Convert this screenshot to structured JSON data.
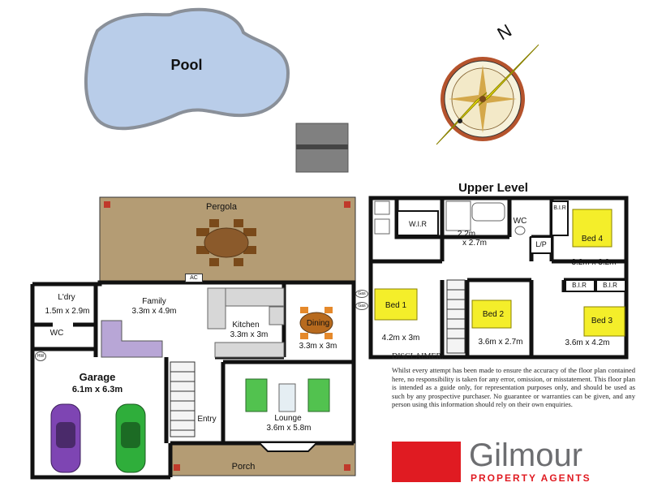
{
  "outdoor": {
    "pool": "Pool",
    "pergola": "Pergola",
    "porch": "Porch",
    "ac": "AC",
    "gas1": "Gas",
    "gas2": "Gas"
  },
  "compass": {
    "north": "N"
  },
  "ground_floor": {
    "laundry": {
      "name": "L'dry",
      "size": "1.5m x 2.9m"
    },
    "wc": "WC",
    "family": {
      "name": "Family",
      "size": "3.3m x 4.9m"
    },
    "kitchen": {
      "name": "Kitchen",
      "size": "3.3m x 3m"
    },
    "dining": {
      "name": "Dining",
      "size": "3.3m x 3m"
    },
    "garage": {
      "name": "Garage",
      "size": "6.1m x 6.3m"
    },
    "lounge": {
      "name": "Lounge",
      "size": "3.6m x 5.8m"
    },
    "entry": "Entry",
    "hw": "HW"
  },
  "upper_level": {
    "title": "Upper Level",
    "wir": "W.I.R",
    "bath": {
      "size_line1": "2.2m",
      "size_line2": "x 2.7m"
    },
    "wc": "WC",
    "lp": "L/P",
    "bir1": "B.I.R",
    "bir2": "B.I.R",
    "bir3": "B.I.R",
    "bed1": {
      "name": "Bed 1",
      "size": "4.2m x 3m"
    },
    "bed2": {
      "name": "Bed 2",
      "size": "3.6m x 2.7m"
    },
    "bed3": {
      "name": "Bed 3",
      "size": "3.6m x 4.2m"
    },
    "bed4": {
      "name": "Bed 4",
      "size": "3.2m x 3.2m"
    }
  },
  "disclaimer": {
    "title": "DISCLAIMER:",
    "body": "Whilst every attempt has been made to ensure the accuracy of the floor plan contained here, no responsibility is taken for any error, omission, or misstatement. This floor plan is intended as a guide only, for representation purposes only, and should be used as such by any prospective purchaser. No guarantee or warranties can be given, and any person using this information should rely on their own enquiries."
  },
  "brand": {
    "name": "Gilmour",
    "tagline": "PROPERTY AGENTS",
    "red": "#e01b22",
    "grey": "#6d6e71"
  },
  "colors": {
    "pool": "#b9cde9",
    "pool_edge": "#8a9099",
    "deck": "#b49c74",
    "bed_yellow": "#f4ee2a",
    "compass_yellow": "#f2e500",
    "compass_ring": "#b5532c",
    "sofa_purple": "#b8a6d6",
    "sofa_green": "#52c24f",
    "car_purple": "#7e45b3",
    "car_green": "#2fae3b",
    "table_brown": "#8b5a2b",
    "dining_orange": "#e5892b"
  }
}
